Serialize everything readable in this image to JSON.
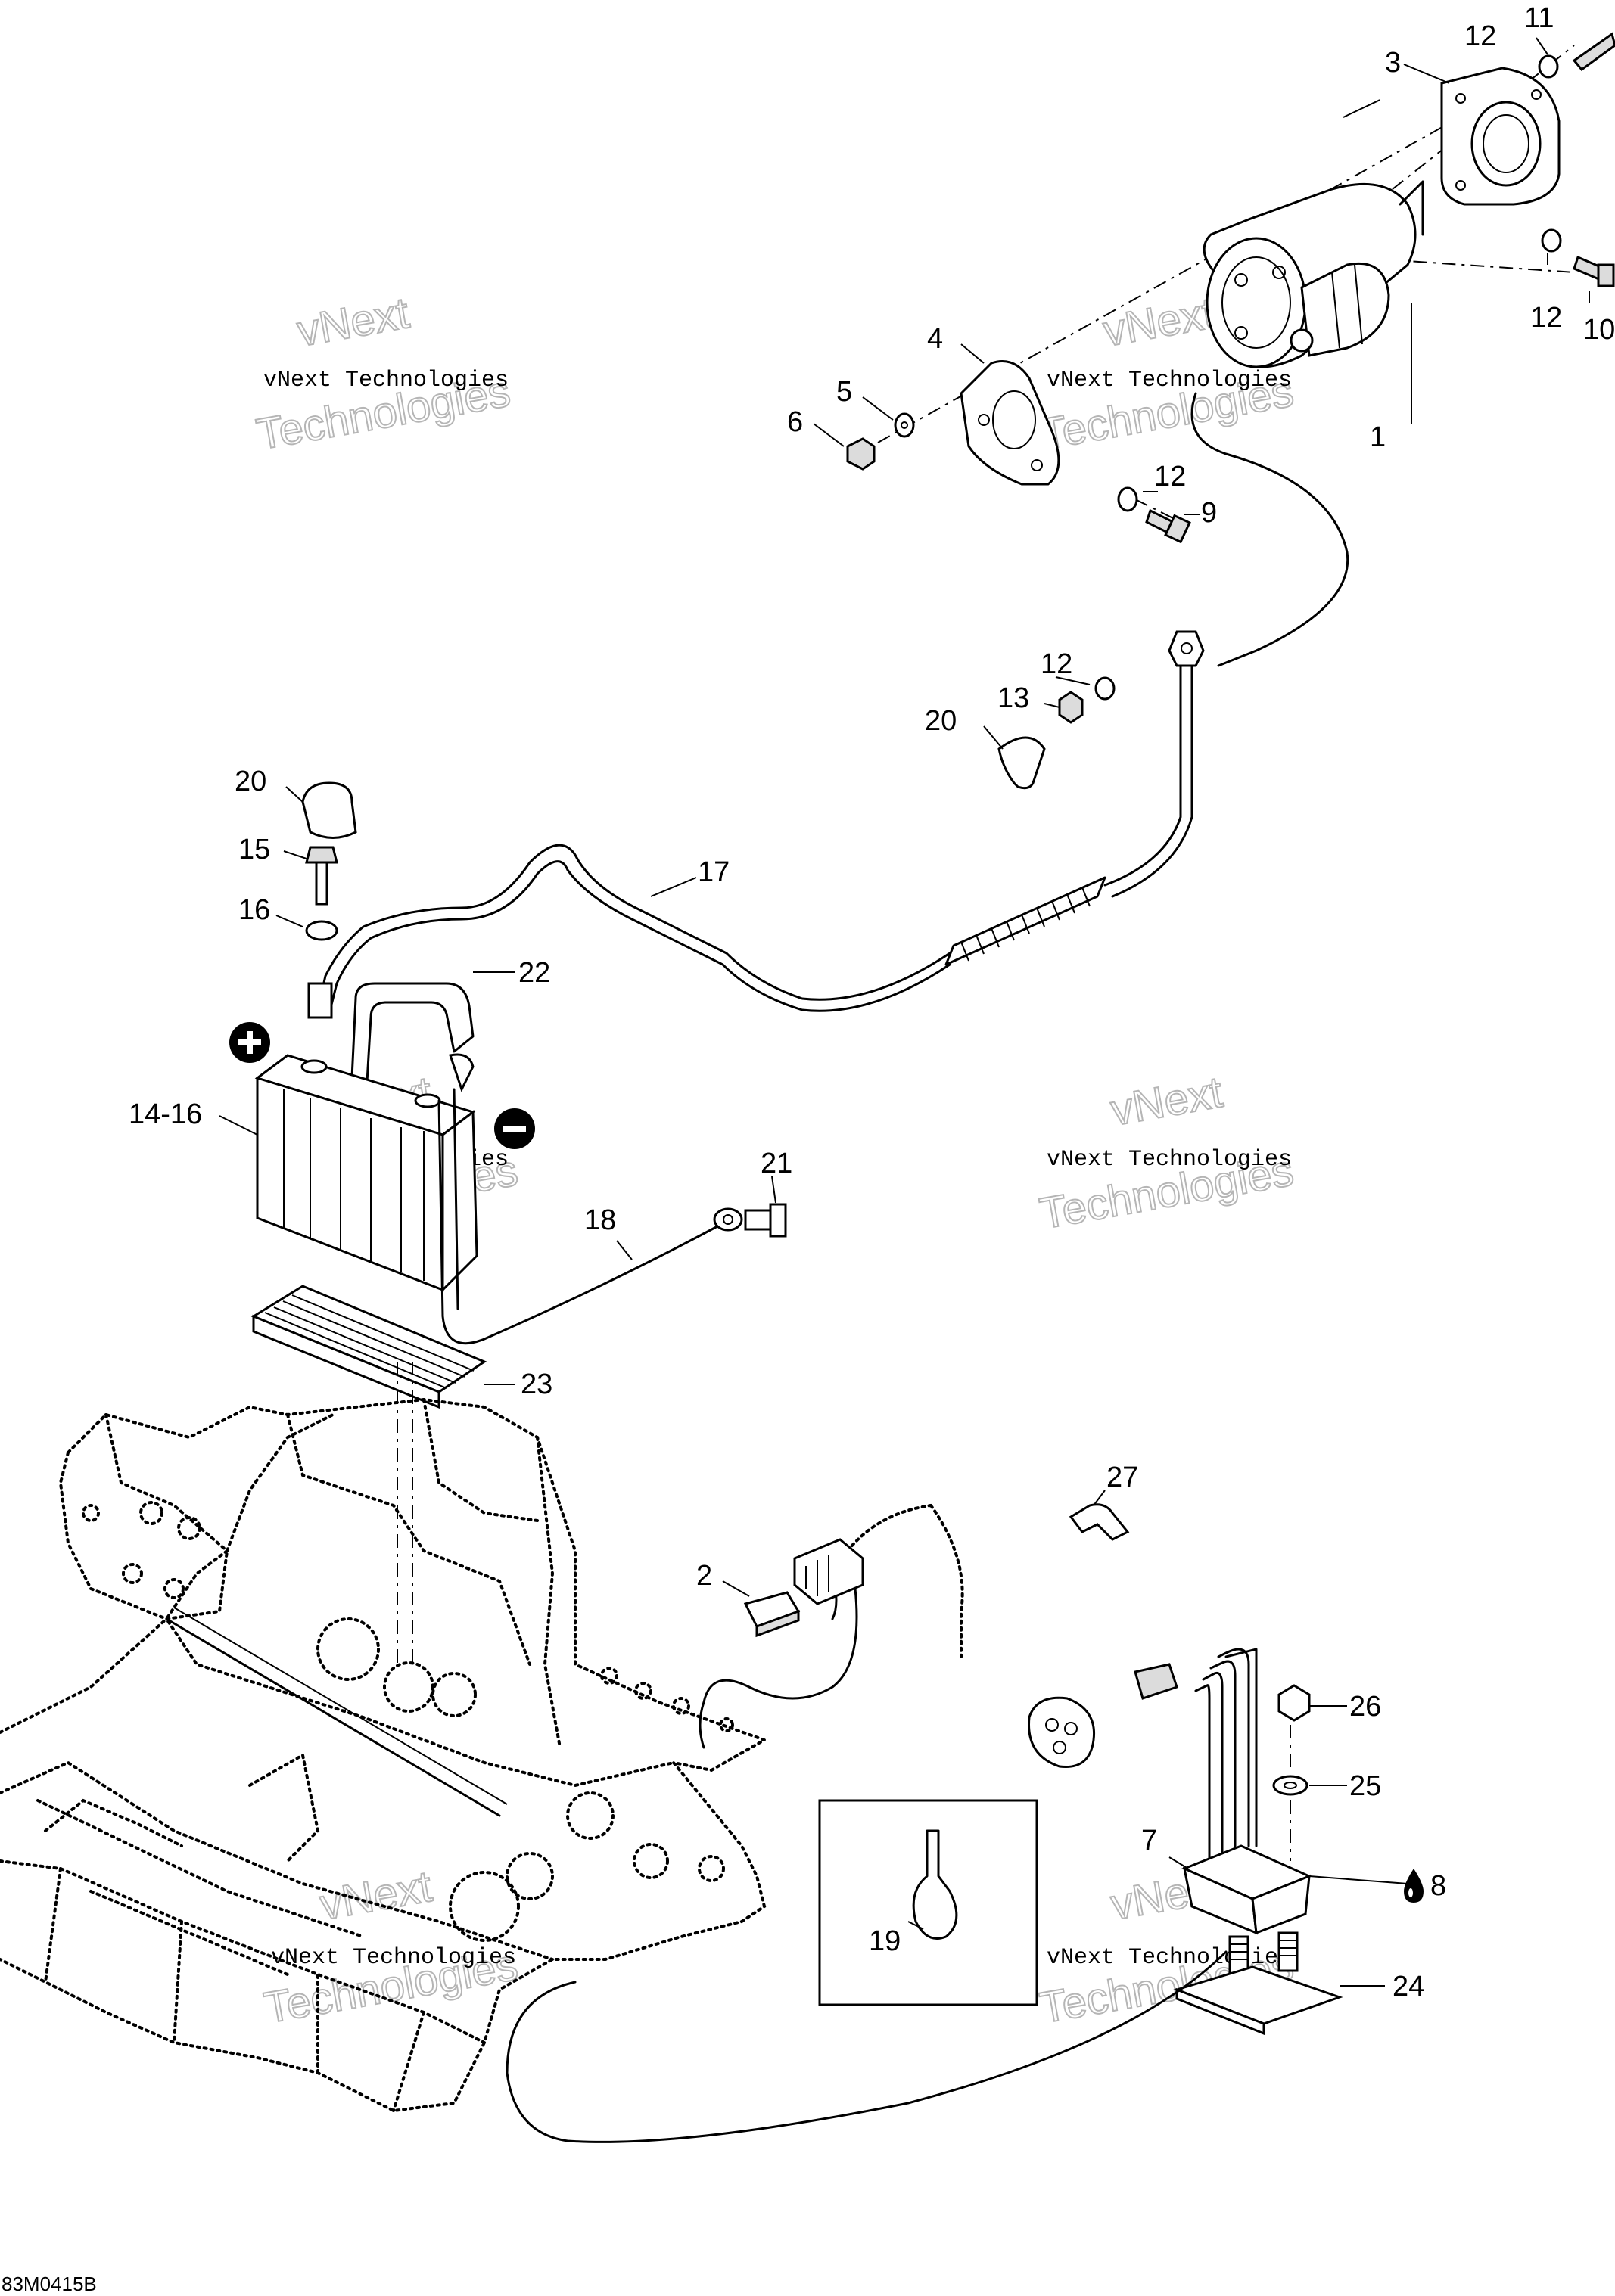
{
  "diagram_code": "83M0415B",
  "watermark": {
    "line1": "vNext Technologies",
    "arc_top": "vNext",
    "arc_bottom": "Technologies"
  },
  "callouts": [
    {
      "id": "c1",
      "label": "1"
    },
    {
      "id": "c2",
      "label": "2"
    },
    {
      "id": "c3",
      "label": "3"
    },
    {
      "id": "c4",
      "label": "4"
    },
    {
      "id": "c5",
      "label": "5"
    },
    {
      "id": "c6",
      "label": "6"
    },
    {
      "id": "c7",
      "label": "7"
    },
    {
      "id": "c8",
      "label": "8"
    },
    {
      "id": "c9",
      "label": "9"
    },
    {
      "id": "c10",
      "label": "10"
    },
    {
      "id": "c11",
      "label": "11"
    },
    {
      "id": "c12a",
      "label": "12"
    },
    {
      "id": "c12b",
      "label": "12"
    },
    {
      "id": "c12c",
      "label": "12"
    },
    {
      "id": "c12d",
      "label": "12"
    },
    {
      "id": "c13",
      "label": "13"
    },
    {
      "id": "c14",
      "label": "14-16"
    },
    {
      "id": "c15",
      "label": "15"
    },
    {
      "id": "c16",
      "label": "16"
    },
    {
      "id": "c17",
      "label": "17"
    },
    {
      "id": "c18",
      "label": "18"
    },
    {
      "id": "c19",
      "label": "19"
    },
    {
      "id": "c20a",
      "label": "20"
    },
    {
      "id": "c20b",
      "label": "20"
    },
    {
      "id": "c21",
      "label": "21"
    },
    {
      "id": "c22",
      "label": "22"
    },
    {
      "id": "c23",
      "label": "23"
    },
    {
      "id": "c24",
      "label": "24"
    },
    {
      "id": "c25",
      "label": "25"
    },
    {
      "id": "c26",
      "label": "26"
    },
    {
      "id": "c27",
      "label": "27"
    }
  ],
  "icons": {
    "positive_terminal": "plus-circle-icon",
    "negative_terminal": "minus-circle-icon",
    "lubricant": "oil-drop-icon"
  }
}
